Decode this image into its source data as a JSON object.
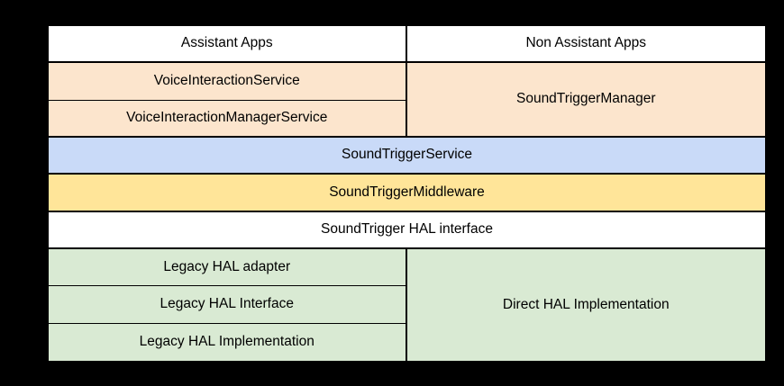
{
  "diagram": {
    "app_layer": {
      "assistant_apps": "Assistant Apps",
      "non_assistant_apps": "Non Assistant Apps"
    },
    "api_layer": {
      "voice_interaction_service": "VoiceInteractionService",
      "voice_interaction_manager_service": "VoiceInteractionManagerService",
      "sound_trigger_manager": "SoundTriggerManager"
    },
    "service_layer": {
      "sound_trigger_service": "SoundTriggerService"
    },
    "middleware_layer": {
      "sound_trigger_middleware": "SoundTriggerMiddleware"
    },
    "hal_interface_layer": {
      "sound_trigger_hal_interface": "SoundTrigger HAL interface"
    },
    "hal_layer": {
      "legacy_hal_adapter": "Legacy HAL adapter",
      "legacy_hal_interface": "Legacy HAL Interface",
      "legacy_hal_implementation": "Legacy HAL Implementation",
      "direct_hal_implementation": "Direct HAL Implementation"
    },
    "colors": {
      "page_background": "#000000",
      "apps_row": "#FFFFFF",
      "framework_api": "#FCE5CD",
      "system_service": "#C9DAF8",
      "middleware": "#FFE599",
      "hal_interface": "#FFFFFF",
      "hal_impl": "#D9EAD3",
      "border": "#000000",
      "text": "#000000"
    }
  }
}
